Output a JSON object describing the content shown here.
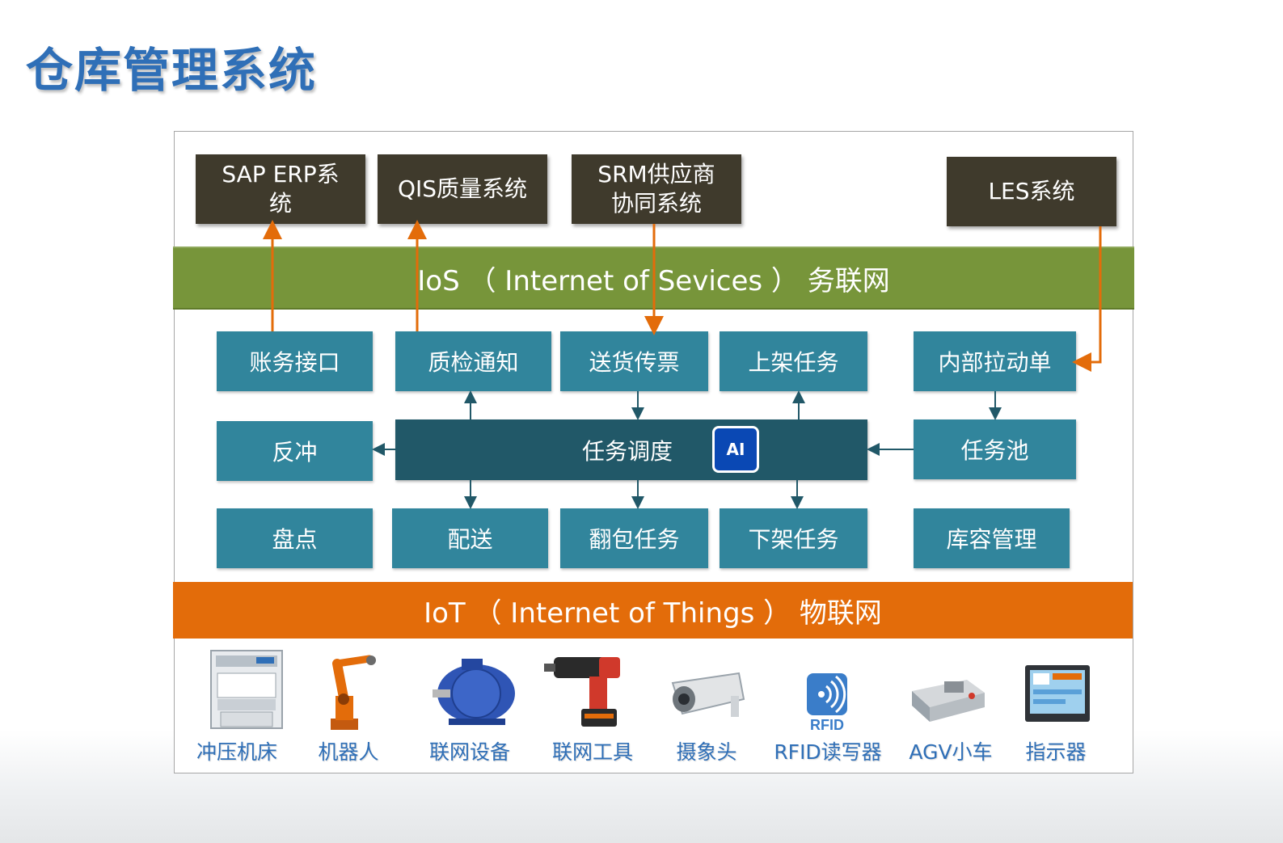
{
  "title": "仓库管理系统",
  "systems": {
    "sap": "SAP ERP系统",
    "qis": "QIS质量系统",
    "srm": "SRM供应商协同系统",
    "les": "LES系统"
  },
  "ios_band": "IoS （ Internet of Sevices ） 务联网",
  "iot_band": "IoT （ Internet of Things ） 物联网",
  "tasks": {
    "account_interface": "账务接口",
    "qc_notice": "质检通知",
    "delivery_ticket": "送货传票",
    "shelving_task": "上架任务",
    "internal_pull": "内部拉动单",
    "reverse": "反冲",
    "scheduling": "任务调度",
    "ai": "AI",
    "task_pool": "任务池",
    "stocktake": "盘点",
    "dispatch": "配送",
    "repack_task": "翻包任务",
    "unshelving_task": "下架任务",
    "capacity_mgmt": "库容管理"
  },
  "devices": [
    {
      "label": "冲压机床",
      "icon": "press-machine-icon"
    },
    {
      "label": "机器人",
      "icon": "industrial-robot-icon"
    },
    {
      "label": "联网设备",
      "icon": "electric-motor-icon"
    },
    {
      "label": "联网工具",
      "icon": "power-drill-icon"
    },
    {
      "label": "摄象头",
      "icon": "security-camera-icon"
    },
    {
      "label": "RFID读写器",
      "icon": "rfid-reader-icon",
      "badge": "RFID"
    },
    {
      "label": "AGV小车",
      "icon": "agv-cart-icon"
    },
    {
      "label": "指示器",
      "icon": "indicator-screen-icon"
    }
  ],
  "colors": {
    "title": "#2f6fb7",
    "system_box": "#3f3a2c",
    "ios_band": "#77953a",
    "iot_band": "#e36c0a",
    "task_box": "#31859c",
    "scheduler": "#215868",
    "orange_arrow": "#e36c0a",
    "dark_arrow": "#215868"
  }
}
